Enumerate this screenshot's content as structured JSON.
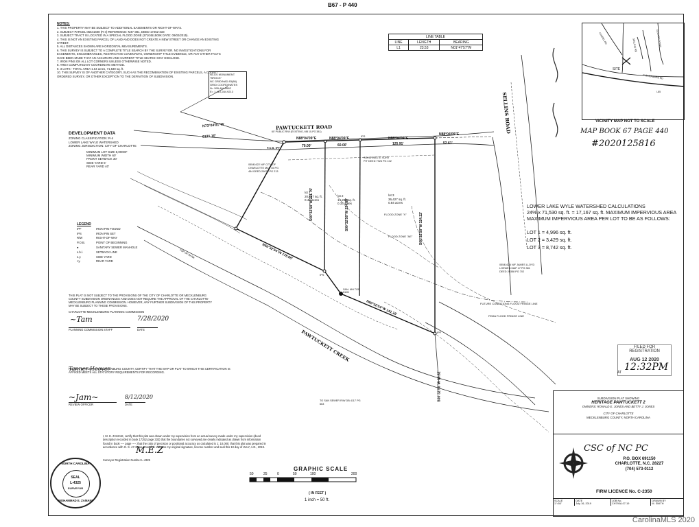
{
  "header": {
    "book_page": "B67 - P 440"
  },
  "notes": {
    "title": "NOTES:",
    "items": [
      "1. THIS PROPERTY MAY BE SUBJECT TO ADDITIONAL EASEMENTS OR RIGHT-OF-WAYS.",
      "2. SUBJECT PARCEL 05541608 (R-4) REFERENCE: M47-381, DEED 17252-333",
      "3. SUBJECT TRACT IS LOCATED IN A SPECIAL FLOOD ZONE (3710451500K DATE: 09/02/2015).",
      "4. THIS IS NOT AN EXISTING PARCEL OF LAND AND DOES NOT CREATE A NEW STREET OR CHANGE AN EXISTING STREET.",
      "5. ALL DISTANCES SHOWN ARE HORIZONTAL MEASUREMENTS.",
      "6. THIS SURVEY IS SUBJECT TO A COMPLETE TITLE SEARCH BY THE SURVEYOR. NO INVESTIGATIONS FOR EASEMENTS, ENCUMBRANCES, RESTRICTIVE COVENANTS, OWNERSHIP TITLE EVIDENCE, OR ANY OTHER FACTS HAVE BEEN MADE THAT AN ACCURATE AND CURRENT TITLE SEARCH MAY DISCLOSE.",
      "7. IRON PINS ON ALL LOT CORNERS UNLESS OTHERWISE NOTED.",
      "8. AREA COMPUTED BY COORDINATE METHOD.",
      "9. 3 LOTS - TOTAL AREA 1.64 acres, 71,530 sq. ft.",
      "10. THIS SURVEY IS OF ANOTHER CATEGORY, SUCH AS THE RECOMBINATION OF EXISTING PARCELS, A COURT-ORDERED SURVEY, OR OTHER EXCEPTION TO THE DEFINITION OF SUBDIVISION."
    ]
  },
  "line_table": {
    "title": "LINE TABLE",
    "headers": [
      "LINE",
      "LENGTH",
      "BEARING"
    ],
    "rows": [
      [
        "L1",
        "23.53",
        "N01°47'57\"W"
      ]
    ]
  },
  "monument": {
    "title": "NCGS MONUMENT \"BROCK\"",
    "lines": [
      "NC GRID/NAD 83(86)",
      "GRID COORDINATES",
      "N= 595,464.0682",
      "E= 1,410,284.9213"
    ]
  },
  "development": {
    "title": "DEVELOPMENT DATA",
    "lines": [
      "ZONING CLASSIFICATION: R-4",
      "LOWER LAKE WYLE WATERSHED",
      "ZONING JURISDICTION: CITY OF CHARLOTTE",
      "MINIMUM LOT SIZE 8,000SF",
      "MINIMUM WIDTH 60'",
      "FRONT SETBACK 30'",
      "SIDE YARD 5'",
      "REAR YARD 40'"
    ]
  },
  "legend": {
    "title": "LEGEND",
    "items": [
      [
        "IPF",
        "IRON PIN FOUND"
      ],
      [
        "IPS",
        "IRON PIN SET"
      ],
      [
        "R/W",
        "RIGHT-OF-WAY"
      ],
      [
        "P.O.B.",
        "POINT OF BEGINNING"
      ],
      [
        "●",
        "SANITARY SEWER MANHOLE"
      ],
      [
        "s.b.l.",
        "SETBACK LINE"
      ],
      [
        "s.y.",
        "SIDE YARD"
      ],
      [
        "r.y.",
        "REAR YARD"
      ]
    ]
  },
  "plat_note": {
    "text": "THIS PLAT IS NOT SUBJECT TO THE PROVISIONS OF THE CITY OF CHARLOTTE OR MECKLENBURG COUNTY SUBDIVISION ORDINANCES AND DOES NOT REQUIRE THE APPROVAL OF THE CHARLOTTE-MECKLENBURG PLANNING COMMISSION. HOWEVER, ANY FURTHER SUBDIVISION OF THIS PROPERTY MAY BE SUBJECT TO THESE PROVISIONS.",
    "commission": "CHARLOTTE-MECKLENBURG PLANNING COMMISSION",
    "staff_label": "PLANNING COMMISSION STAFF",
    "date_label": "DATE",
    "date_handwritten": "7/28/2020"
  },
  "review": {
    "text": "REVIEW OFFICER OF MECKLENBURG COUNTY, CERTIFY THAT THE MAP OR PLAT TO WHICH THIS CERTIFICATION IS AFFIXED MEETS ALL STATUTORY REQUIREMENTS FOR RECORDING.",
    "officer_label": "REVIEW OFFICER",
    "date_label": "DATE",
    "date_handwritten": "8/12/2020"
  },
  "surveyor": {
    "text": "I, M. E. ZAMANI, certify that this plat was drawn under my supervision from an actual survey made under my supervision (deed description recorded in book 17252 page 333) that the boundaries not surveyed are clearly indicated as drawn from information found in book ---- page ----; that the ratio of precision or positional accuracy as calculated is 1: 10,000; that this plat was prepared in accordance with G. S. 47-30 as amended. Witness my original signature, license number and seal this 10 day of JULY, A.D., 2019.",
    "reg_label": "Surveyor Registration Number L-4325"
  },
  "seal": {
    "state": "NORTH CAROLINA",
    "name": "MOHAMMAD E. ZAMANI",
    "label": "SEAL",
    "number": "L-4325",
    "profession": "SURVEYOR"
  },
  "scale": {
    "title": "GRAPHIC SCALE",
    "ticks": [
      "50",
      "25",
      "0",
      "50",
      "100",
      "200"
    ],
    "unit": "( IN FEET )",
    "ratio": "1 inch = 50 ft."
  },
  "vicinity": {
    "caption": "VICINITY MAP    NOT TO SCALE",
    "site": "SITE",
    "roads": [
      "CHAPEL RD",
      "SELLINS RD",
      "GLOXON POINT",
      "CLEVERANGE RD",
      "I-85"
    ]
  },
  "recording": {
    "stamp": "MAP BOOK 67 PAGE 440",
    "number": "#2020125816"
  },
  "watershed": {
    "lines": [
      "LOWER LAKE WYLE WATERSHED CALCULATIONS",
      "24% x 71,530 sq. ft. = 17,167 sq. ft. MAXIMUM IMPERVIOUS AREA",
      "MAXIMUM IMPERVIOUS AREA PER LOT TO BE AS FOLLOWS:"
    ],
    "lots": [
      "LOT 1 = 4,996 sq. ft.",
      "LOT 2 = 3,429 sq. ft.",
      "LOT 3 = 8,742 sq. ft."
    ]
  },
  "filed_stamp": {
    "line1": "FILED FOR",
    "line2": "REGISTRATION",
    "date": "AUG 12 2020",
    "at": "AT",
    "time": "12:32PM"
  },
  "title_block": {
    "showing": "SUBDIVISION PLAT SHOWING",
    "project": "HERITAGE PAWTUCKETT 2",
    "owners": "OWNERS: RONALD E. JONES AND BETTY J. JONES",
    "city": "CITY OF CHARLOTTE",
    "county": "MECKLENBURG COUNTY, NORTH CAROLINA",
    "company": "CSC of NC PC",
    "address": [
      "P.O. BOX 691150",
      "CHARLOTTE, N.C. 28227",
      "(704) 573-0112"
    ],
    "license": "FIRM LICENCE No. C-2350",
    "footer": [
      [
        "SCALE",
        "1\"=50'"
      ],
      [
        "DATE",
        "July 16, 2019"
      ],
      [
        "JOB No.",
        "CH790A-07-19"
      ],
      [
        "DRAWN BY",
        "M. SMITH"
      ]
    ]
  },
  "plat": {
    "road_main": "PAWTUCKETT ROAD",
    "road_main_sub": "60' PUBLIC R/W (EXISTING, MB 10-PG 381)",
    "road_side": "SELLINS ROAD",
    "creek": "PAWTUCKETT CREEK",
    "bearings": {
      "top_left": "N73°04'01\"W",
      "top_left_dist": "6121.10'",
      "b1": "N88°04'09\"E",
      "b2": "N88°04'09\"E",
      "b3": "N88°04'09\"E",
      "b4": "N88°04'09\"E",
      "d1": "70.00'",
      "d2": "60.00'",
      "d3": "125.91'",
      "d4": "52.61'",
      "side1": "S00°32'58\"W 221.79'",
      "side2": "S00°32'58\"W 254.85'",
      "side3": "S00°32'58\"W 324.22'",
      "rear1": "N60°32'54\"W 178.68'",
      "rear2": "N60°32'54\"W 141.16'",
      "rear3": "S00°32'58\"W 30.62'"
    },
    "lots": [
      {
        "name": "lot 1",
        "area": "20,817 sq. ft.",
        "acres": "0.48 acres"
      },
      {
        "name": "lot 2",
        "area": "14,289 sq. ft.",
        "acres": "0.33 acres"
      },
      {
        "name": "lot 3",
        "area": "36,427 sq. ft.",
        "acres": "0.84 acres"
      }
    ],
    "labels": {
      "pob": "P.O.B. IPF",
      "ips": "IPS",
      "ipf": "IPF",
      "flood_x": "FLOOD ZONE \"X\"",
      "flood_ae": "FLOOD ZONE \"AE\"",
      "future_flood": "FUTURE CONDITIONS FLOOD FRINGE LINE",
      "fema_flood": "FEMA FLOOD FRINGE LINE",
      "adj_left": "05541622 N/F CITY OF CHARLOTTE MAP 45 PG 454 DEED 20870 PG 213",
      "adj_top": "SOLID WASTE SURV PIT DEED 7926 PG 102",
      "adj_right": "05541626 N/F JAMES LLOYD LOEWEN MAP 47 PG 381 DEED 20358 PG 702",
      "sewer": "TO SAN SEWER R/W DB 4117 PG 663",
      "mh": "SAN. MH TOP DUM",
      "top_bank": "TOP OF BANK"
    }
  }
}
